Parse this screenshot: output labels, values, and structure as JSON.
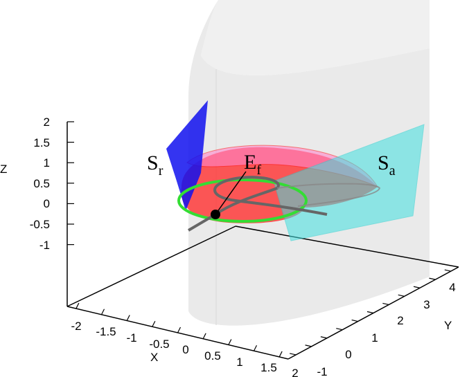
{
  "chart_data": {
    "type": "surface-3d",
    "axes": {
      "x": {
        "label": "X",
        "ticks": [
          "-2",
          "-1.5",
          "-1",
          "-0.5",
          "0",
          "0.5",
          "1",
          "1.5",
          "2"
        ],
        "range": [
          -2,
          2
        ]
      },
      "y": {
        "label": "Y",
        "ticks": [
          "-1",
          "0",
          "1",
          "2",
          "3",
          "4"
        ],
        "range": [
          -1,
          4.5
        ]
      },
      "z": {
        "label": "Z",
        "ticks": [
          "2",
          "1.5",
          "1",
          "0.5",
          "0",
          "-0.5",
          "-1"
        ],
        "range": [
          -1,
          2
        ]
      }
    },
    "annotations": [
      {
        "main": "S",
        "sub": "r"
      },
      {
        "main": "E",
        "sub": "f"
      },
      {
        "main": "S",
        "sub": "a"
      }
    ],
    "grid": false,
    "colors": {
      "repelling_surface": "#0000ff",
      "attracting_surface": "#33e6e6",
      "red_surface": "#ff2020",
      "green_curve": "#33dd33",
      "trajectory": "#606060",
      "background_sheet": "#e6e6e6",
      "equilibrium_point": "#000000"
    }
  }
}
